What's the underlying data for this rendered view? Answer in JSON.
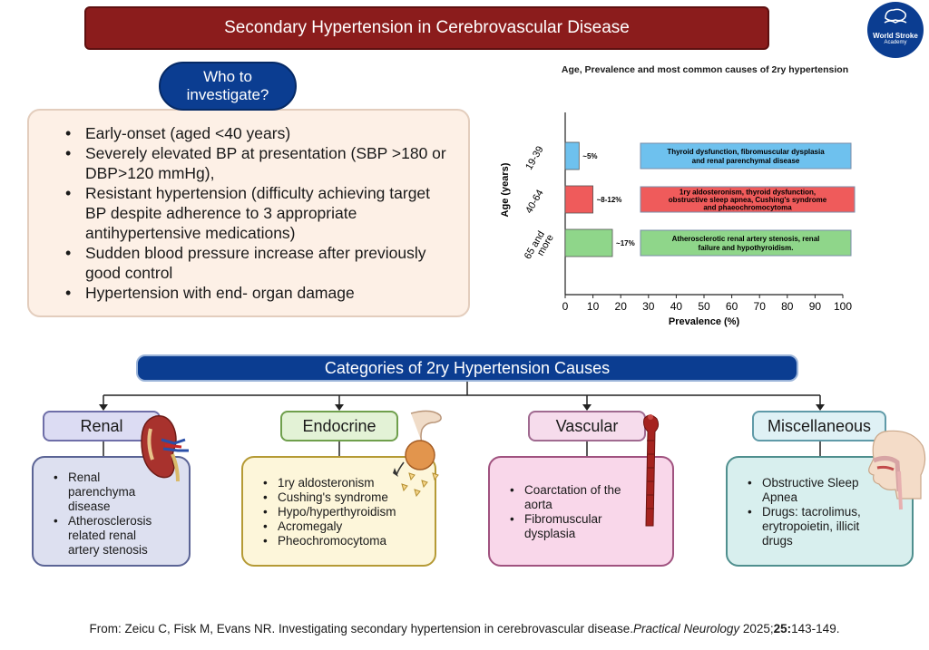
{
  "title": "Secondary Hypertension in Cerebrovascular Disease",
  "logo": {
    "line1": "World Stroke",
    "line2": "Academy"
  },
  "who": {
    "heading": "Who to investigate?",
    "items": [
      "Early-onset (aged <40 years)",
      "Severely elevated  BP at presentation (SBP >180 or DBP>120 mmHg),",
      "Resistant  hypertension (difficulty  achieving target BP despite adherence to 3 appropriate antihypertensive medications)",
      "Sudden blood  pressure increase after previously good  control",
      "Hypertension with end- organ damage"
    ]
  },
  "chart_data": {
    "type": "bar",
    "orientation": "horizontal",
    "title": "Age, Prevalence and most common causes of 2ry hypertension",
    "xlabel": "Prevalence  (%)",
    "ylabel": "Age (years)",
    "xlim": [
      0,
      100
    ],
    "xticks": [
      "0",
      "10",
      "20",
      "30",
      "40",
      "50",
      "60",
      "70",
      "80",
      "90",
      "100"
    ],
    "categories": [
      "19-39",
      "40-64",
      "65 and more"
    ],
    "values": [
      5,
      10,
      17
    ],
    "value_labels": [
      "~5%",
      "~8-12%",
      "~17%"
    ],
    "bar_colors": [
      "#6ec1ee",
      "#ef5b5b",
      "#8fd68a"
    ],
    "annotations": [
      "Thyroid dysfunction,  fibromuscular dysplasia and renal parenchymal disease",
      "1ry aldosteronism, thyroid dysfunction, obstructive sleep apnea, Cushing's syndrome  and  phaeochromocytoma",
      "Atherosclerotic renal artery stenosis, renal failure and  hypothyroidism."
    ]
  },
  "categories_heading": "Categories of 2ry Hypertension Causes",
  "categories": {
    "renal": {
      "label": "Renal",
      "items": [
        "Renal parenchyma disease",
        "Atherosclerosis related renal artery stenosis"
      ]
    },
    "endocrine": {
      "label": "Endocrine",
      "items": [
        "1ry aldosteronism",
        "Cushing's syndrome",
        "Hypo/hyperthyroidism",
        "Acromegaly",
        "Pheochromocytoma"
      ]
    },
    "vascular": {
      "label": "Vascular",
      "items": [
        "Coarctation of the aorta",
        "Fibromuscular dysplasia"
      ]
    },
    "misc": {
      "label": "Miscellaneous",
      "items": [
        "Obstructive Sleep Apnea",
        "Drugs: tacrolimus, erytropoietin, illicit drugs"
      ]
    }
  },
  "citation": {
    "authors": "From: Zeicu C, Fisk M, Evans NR. Investigating secondary hypertension in cerebrovascular disease.",
    "journal": "Practical Neurology",
    "year": " 2025;",
    "volume": "25:",
    "pages": "143-149."
  }
}
